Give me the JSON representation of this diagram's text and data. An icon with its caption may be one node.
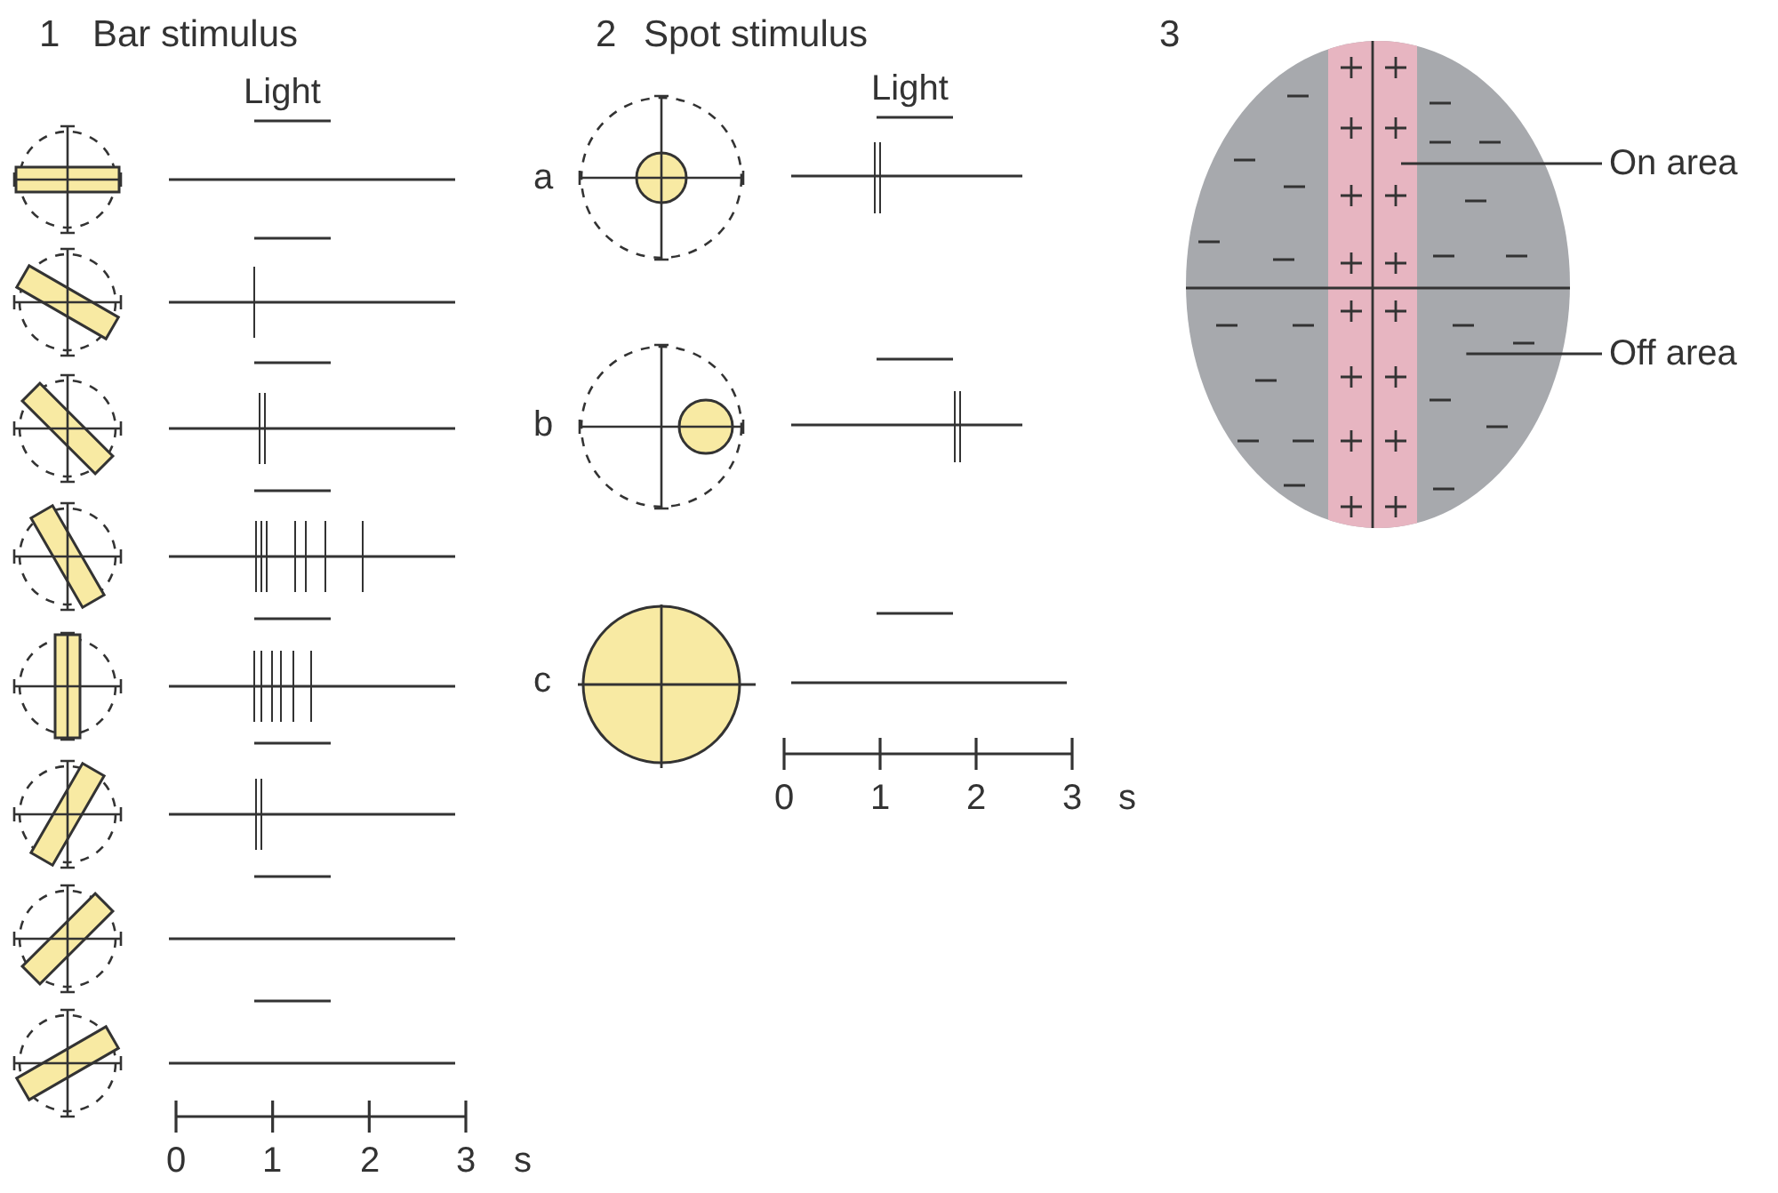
{
  "diagram": {
    "nodes": [
      {
        "text": [],
        "shape": "circle"
      },
      {
        "text": [],
        "shape": "bar",
        "in": 0
      },
      {
        "text": [
          "On area"
        ]
      },
      {
        "text": [
          "Off area"
        ]
      }
    ],
    "edges": [
      {
        "from": 2,
        "to": 1,
        "arrow": "none"
      },
      {
        "from": 3,
        "to": 0,
        "arrow": "none"
      }
    ],
    "labels": [
      "1",
      "Bar stimulus",
      "Light",
      "2",
      "Spot stimulus",
      "Light",
      "3",
      "a",
      "b",
      "c",
      "0",
      "1",
      "2",
      "3",
      "s",
      "0",
      "1",
      "2",
      "3",
      "s"
    ]
  }
}
